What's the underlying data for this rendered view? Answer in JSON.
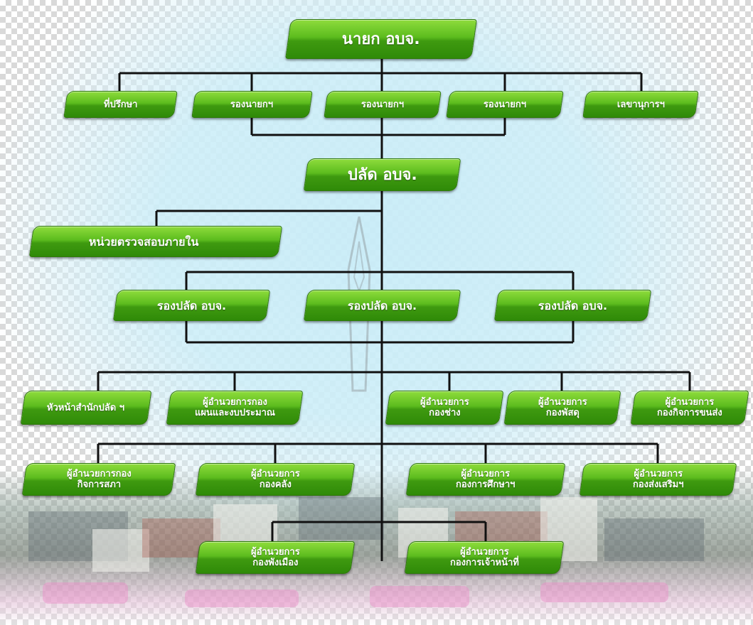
{
  "top": "นายก อบจ.",
  "row1": [
    "ที่ปรึกษา",
    "รองนายกฯ",
    "รองนายกฯ",
    "รองนายกฯ",
    "เลขานุการฯ"
  ],
  "clerk": "ปลัด อบจ.",
  "audit": "หน่วยตรวจสอบภายใน",
  "deputies": [
    "รองปลัด อบจ.",
    "รองปลัด อบจ.",
    "รองปลัด อบจ."
  ],
  "row4": [
    "หัวหน้าสำนักปลัด ฯ",
    "ผู้อำนวยการกอง\nแผนและงบประมาณ",
    "ผู้อำนวยการ\nกองช่าง",
    "ผู้อำนวยการ\nกองพัสดุ",
    "ผู้อำนวยการ\nกองกิจการขนส่ง"
  ],
  "row5": [
    "ผู้อำนวยการกอง\nกิจการสภา",
    "ผู้อำนวยการ\nกองคลัง",
    "ผู้อำนวยการ\nกองการศึกษาฯ",
    "ผู้อำนวยการ\nกองส่งเสริมฯ"
  ],
  "row6": [
    "ผู้อำนวยการ\nกองพังเมือง",
    "ผู้อำนวยการ\nกองการเจ้าหน้าที่"
  ],
  "colors": {
    "box_green": "#5cbc1e",
    "line": "#111111"
  }
}
